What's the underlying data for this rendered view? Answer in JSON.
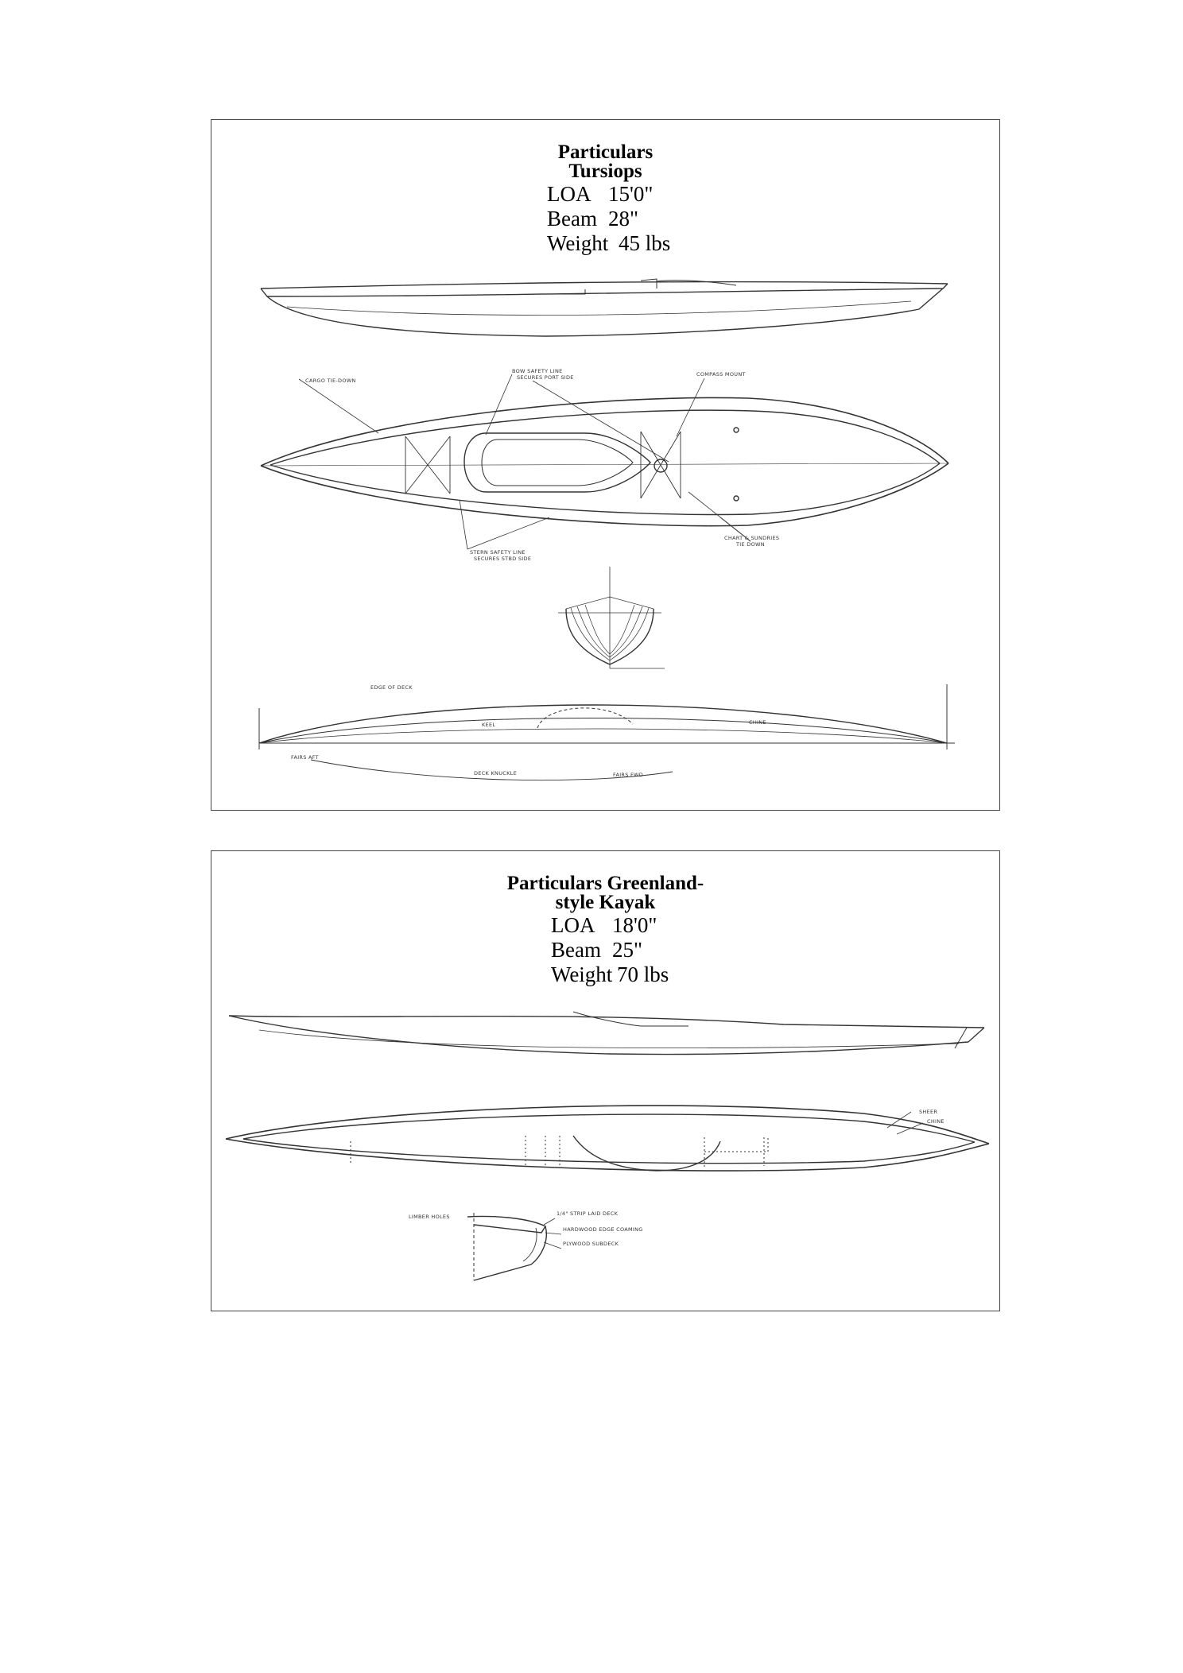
{
  "panels": [
    {
      "title_line1": "Particulars",
      "title_line2": "Tursiops",
      "specs": [
        {
          "label": "LOA",
          "value": "15'0\""
        },
        {
          "label": "Beam",
          "value": "28\""
        },
        {
          "label": "Weight",
          "value": "45 lbs"
        }
      ],
      "callouts": {
        "cargo_tie_down": "CARGO TIE-DOWN",
        "bow_safety_line": "BOW SAFETY LINE",
        "bow_safety_line_2": "SECURES PORT SIDE",
        "compass_mount": "COMPASS MOUNT",
        "chart_tie_down": "CHART & SUNDRIES",
        "chart_tie_down_2": "TIE DOWN",
        "stern_safety_line": "STERN SAFETY LINE",
        "stern_safety_line_2": "SECURES STBD SIDE",
        "edge_of_deck": "EDGE OF DECK",
        "keel": "KEEL",
        "chine": "CHINE",
        "fairs_aft": "FAIRS AFT",
        "deck_knuckle": "DECK KNUCKLE",
        "fairs_fwd": "FAIRS FWD"
      }
    },
    {
      "title_line1": "Particulars Greenland-",
      "title_line2": "style Kayak",
      "specs": [
        {
          "label": "LOA",
          "value": "18'0\""
        },
        {
          "label": "Beam",
          "value": "25\""
        },
        {
          "label": "Weight",
          "value": "70 lbs"
        }
      ],
      "callouts": {
        "sheer": "SHEER",
        "chine": "CHINE",
        "limber_holes": "LIMBER HOLES",
        "strip_laid_deck": "1/4\" STRIP LAID DECK",
        "hardwood_coaming": "HARDWOOD EDGE COAMING",
        "plywood_subdeck": "PLYWOOD SUBDECK"
      }
    }
  ]
}
